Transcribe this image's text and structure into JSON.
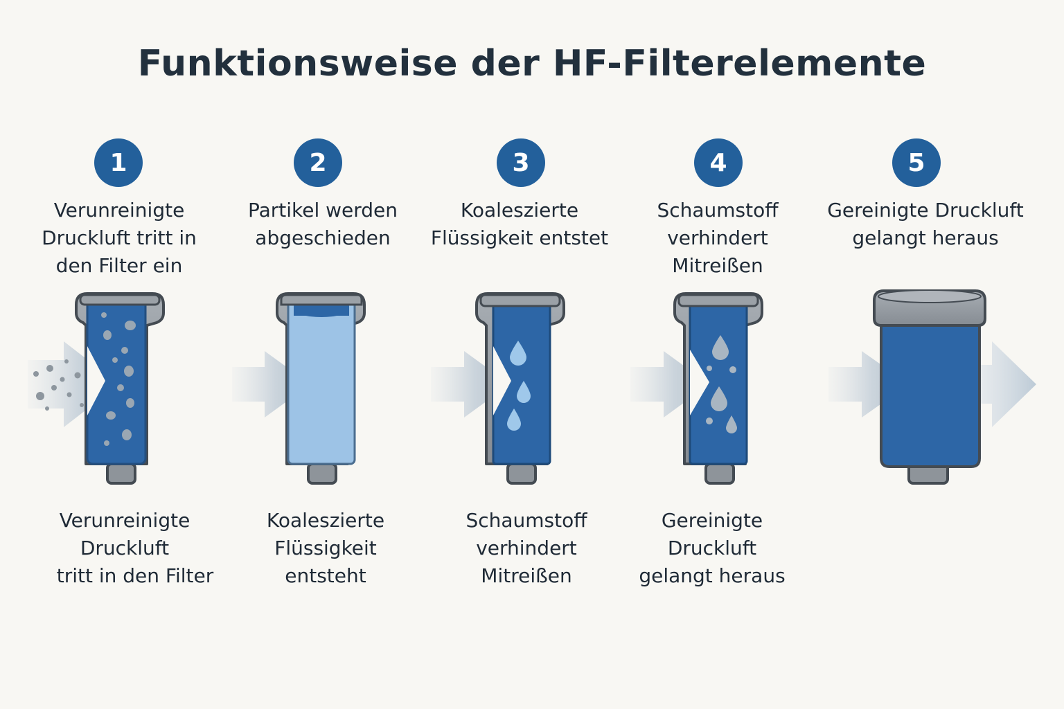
{
  "title": "Funktionsweise der HF-Filterelemente",
  "colors": {
    "badge": "#23609b",
    "filter_blue": "#2d66a6",
    "filter_light": "#9dc3e6",
    "housing_gray": "#8e949a",
    "arrow_gray": "#b9c5d0"
  },
  "steps": [
    {
      "number": "1",
      "top_caption": [
        "Verunreinigte",
        "Druckluft tritt in",
        "den Filter ein"
      ],
      "bottom_caption": [
        "Verunreinigte",
        "Druckluft",
        "tritt in den Filter"
      ]
    },
    {
      "number": "2",
      "top_caption": [
        "Partikel werden",
        "abgeschieden"
      ],
      "bottom_caption": [
        "Koaleszierte",
        "Flüssigkeit",
        "entsteht"
      ]
    },
    {
      "number": "3",
      "top_caption": [
        "Koaleszierte",
        "Flüssigkeit entstet"
      ],
      "bottom_caption": [
        "Schaumstoff",
        "verhindert",
        "Mitreißen"
      ]
    },
    {
      "number": "4",
      "top_caption": [
        "Schaumstoff",
        "verhindert",
        "Mitreißen"
      ],
      "bottom_caption": [
        "Gereinigte",
        "Druckluft",
        "gelangt heraus"
      ]
    },
    {
      "number": "5",
      "top_caption": [
        "Gereinigte Druckluft",
        "gelangt heraus"
      ],
      "bottom_caption": []
    }
  ]
}
